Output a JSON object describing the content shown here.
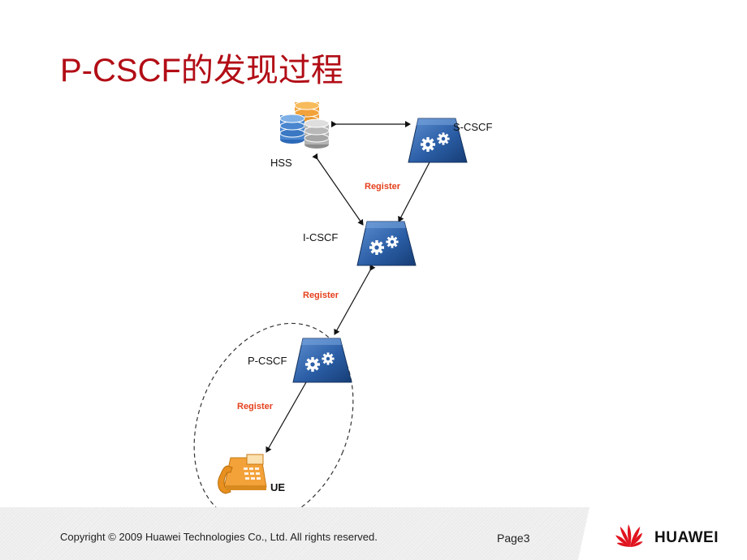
{
  "title": "P-CSCF的发现过程",
  "nodes": {
    "hss": "HSS",
    "scscf": "S-CSCF",
    "icscf": "I-CSCF",
    "pcscf": "P-CSCF",
    "ue": "UE"
  },
  "messages": {
    "hss_icscf_scscf": "Register",
    "pcscf_icscf": "Register",
    "ue_pcscf": "Register"
  },
  "colors": {
    "title": "#b20d16",
    "register_label": "#e4401c",
    "node_blue": "#1f4f8e",
    "phone": "#f0a030"
  },
  "footer": {
    "copyright": "Copyright © 2009 Huawei Technologies Co., Ltd. All rights reserved.",
    "page": "Page3",
    "brand": "HUAWEI"
  }
}
